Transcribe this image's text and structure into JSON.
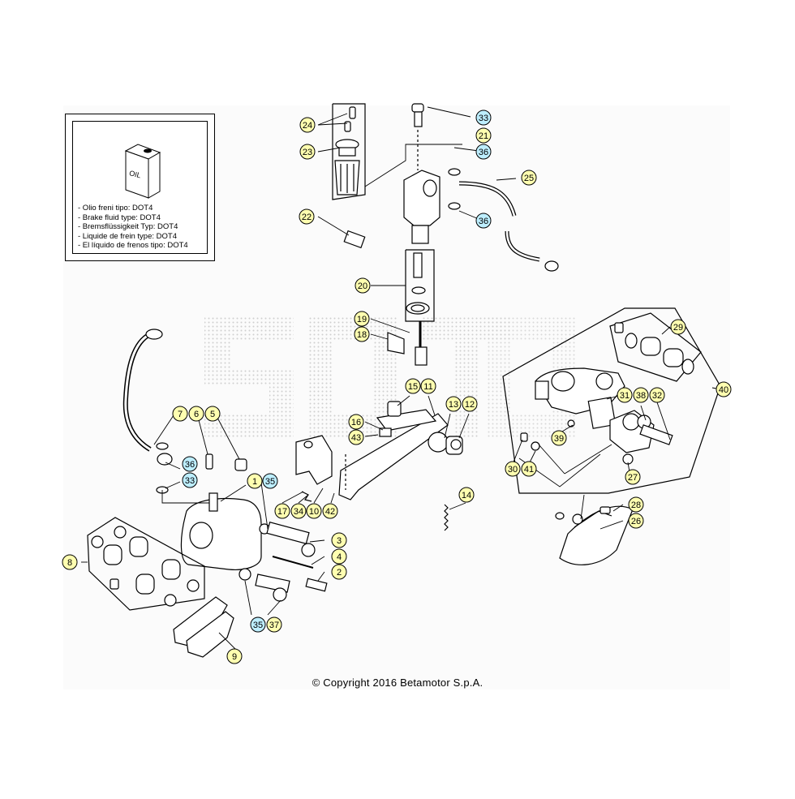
{
  "legend": {
    "oil_label": "OIL",
    "lines": [
      "- Olio freni tipo: DOT4",
      "- Brake fluid type: DOT4",
      "- Bremsflüssigkeit Typ: DOT4",
      "- Liquide de frein type: DOT4",
      "- El líquido de frenos tipo: DOT4"
    ]
  },
  "copyright": "© Copyright 2016 Betamotor S.p.A.",
  "colors": {
    "callout_fill": "#ffffb0",
    "callout_fill_highlight": "#bdeeff",
    "callout_stroke": "#000000",
    "dot_pattern": "#d4d4d4"
  },
  "callouts": [
    {
      "id": "24",
      "highlight": false
    },
    {
      "id": "23",
      "highlight": false
    },
    {
      "id": "22",
      "highlight": false
    },
    {
      "id": "33",
      "highlight": true
    },
    {
      "id": "21",
      "highlight": false
    },
    {
      "id": "36",
      "highlight": true
    },
    {
      "id": "25",
      "highlight": false
    },
    {
      "id": "36",
      "highlight": true
    },
    {
      "id": "20",
      "highlight": false
    },
    {
      "id": "19",
      "highlight": false
    },
    {
      "id": "18",
      "highlight": false
    },
    {
      "id": "29",
      "highlight": false
    },
    {
      "id": "40",
      "highlight": false
    },
    {
      "id": "15",
      "highlight": false
    },
    {
      "id": "11",
      "highlight": false
    },
    {
      "id": "31",
      "highlight": false
    },
    {
      "id": "38",
      "highlight": false
    },
    {
      "id": "32",
      "highlight": false
    },
    {
      "id": "13",
      "highlight": false
    },
    {
      "id": "12",
      "highlight": false
    },
    {
      "id": "16",
      "highlight": false
    },
    {
      "id": "43",
      "highlight": false
    },
    {
      "id": "39",
      "highlight": false
    },
    {
      "id": "7",
      "highlight": false
    },
    {
      "id": "6",
      "highlight": false
    },
    {
      "id": "5",
      "highlight": false
    },
    {
      "id": "36",
      "highlight": true
    },
    {
      "id": "33",
      "highlight": true
    },
    {
      "id": "30",
      "highlight": false
    },
    {
      "id": "41",
      "highlight": false
    },
    {
      "id": "27",
      "highlight": false
    },
    {
      "id": "1",
      "highlight": false
    },
    {
      "id": "35",
      "highlight": true
    },
    {
      "id": "14",
      "highlight": false
    },
    {
      "id": "17",
      "highlight": false
    },
    {
      "id": "34",
      "highlight": false
    },
    {
      "id": "10",
      "highlight": false
    },
    {
      "id": "42",
      "highlight": false
    },
    {
      "id": "28",
      "highlight": false
    },
    {
      "id": "26",
      "highlight": false
    },
    {
      "id": "3",
      "highlight": false
    },
    {
      "id": "8",
      "highlight": false
    },
    {
      "id": "4",
      "highlight": false
    },
    {
      "id": "2",
      "highlight": false
    },
    {
      "id": "35",
      "highlight": true
    },
    {
      "id": "37",
      "highlight": false
    },
    {
      "id": "9",
      "highlight": false
    }
  ]
}
